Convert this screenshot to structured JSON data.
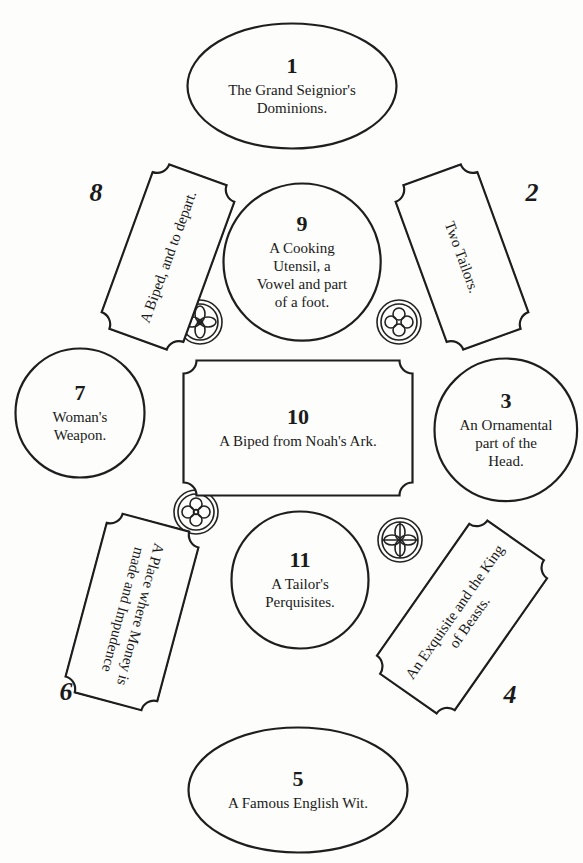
{
  "diagram": {
    "nodes": [
      {
        "text": [
          "1",
          "The Grand Seignior's Dominions."
        ]
      },
      {
        "text": [
          "2",
          "Two Tailors."
        ]
      },
      {
        "text": [
          "3",
          "An Ornamental part of the Head."
        ]
      },
      {
        "text": [
          "4",
          "An Exquisite and the King of Beasts."
        ]
      },
      {
        "text": [
          "5",
          "A Famous English Wit."
        ]
      },
      {
        "text": [
          "6",
          "A Place where Money is made and Impudence"
        ]
      },
      {
        "text": [
          "7",
          "Woman's Weapon."
        ]
      },
      {
        "text": [
          "8",
          "A Biped, and to depart."
        ]
      },
      {
        "text": [
          "9",
          "A Cooking Utensil, a Vowel and part of a foot."
        ]
      },
      {
        "text": [
          "10",
          "A Biped from Noah's Ark."
        ]
      },
      {
        "text": [
          "11",
          "A Tailor's Perquisites."
        ]
      }
    ]
  }
}
